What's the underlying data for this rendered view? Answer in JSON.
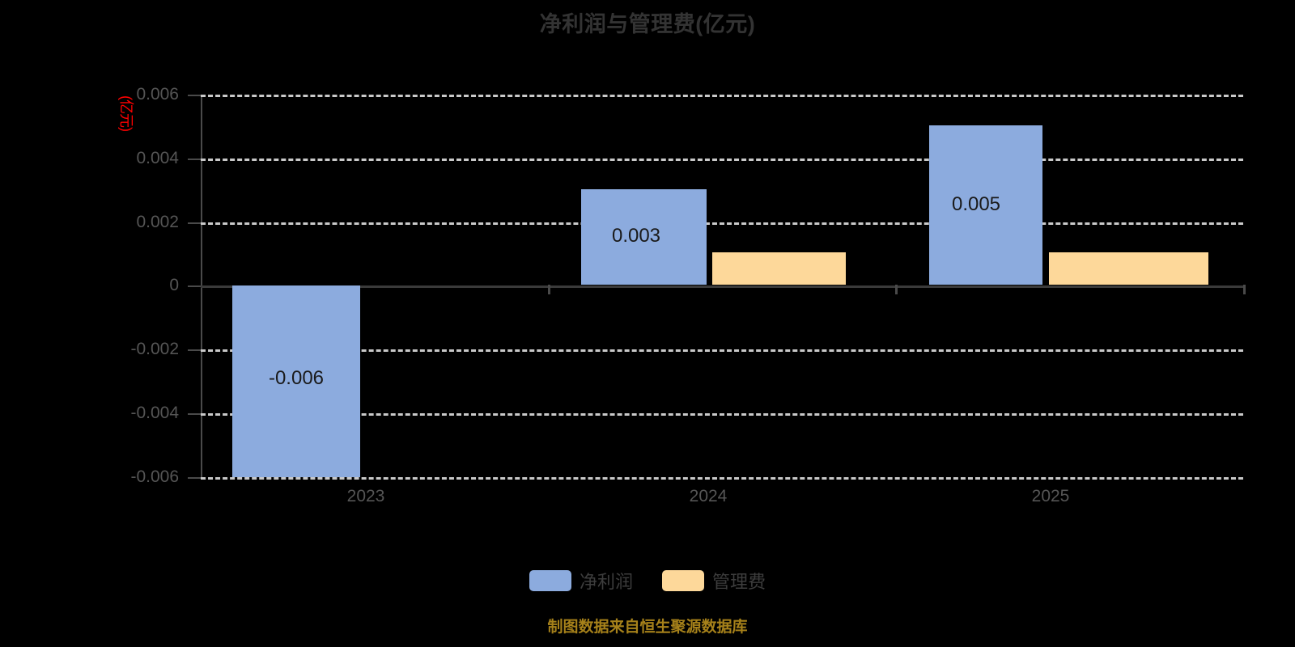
{
  "chart_data": {
    "type": "bar",
    "title": "净利润与管理费(亿元)",
    "xlabel": "",
    "ylabel": "(亿元)",
    "categories": [
      "2023",
      "2024",
      "2025"
    ],
    "series": [
      {
        "name": "净利润",
        "color": "#8CABDE",
        "values": [
          -0.006,
          0.003,
          0.005
        ],
        "labels": [
          "-0.006",
          "0.003",
          "0.005"
        ]
      },
      {
        "name": "管理费",
        "color": "#FDD89A",
        "values": [
          0,
          0.001,
          0.001
        ],
        "labels": [
          "",
          "",
          ""
        ]
      }
    ],
    "ylim": [
      -0.006,
      0.006
    ],
    "yticks": [
      0.006,
      0.004,
      0.002,
      0,
      -0.002,
      -0.004,
      -0.006
    ],
    "ytick_labels": [
      "0.006",
      "0.004",
      "0.002",
      "0",
      "-0.002",
      "-0.004",
      "-0.006"
    ],
    "grid": true,
    "grid_style": "dashed",
    "legend_position": "bottom"
  },
  "legend": {
    "items": [
      {
        "label": "净利润",
        "color": "#8CABDE"
      },
      {
        "label": "管理费",
        "color": "#FDD89A"
      }
    ]
  },
  "footer": {
    "note": "制图数据来自恒生聚源数据库"
  },
  "axis_unit": {
    "text": "(亿元)",
    "color": "#FF0000"
  }
}
